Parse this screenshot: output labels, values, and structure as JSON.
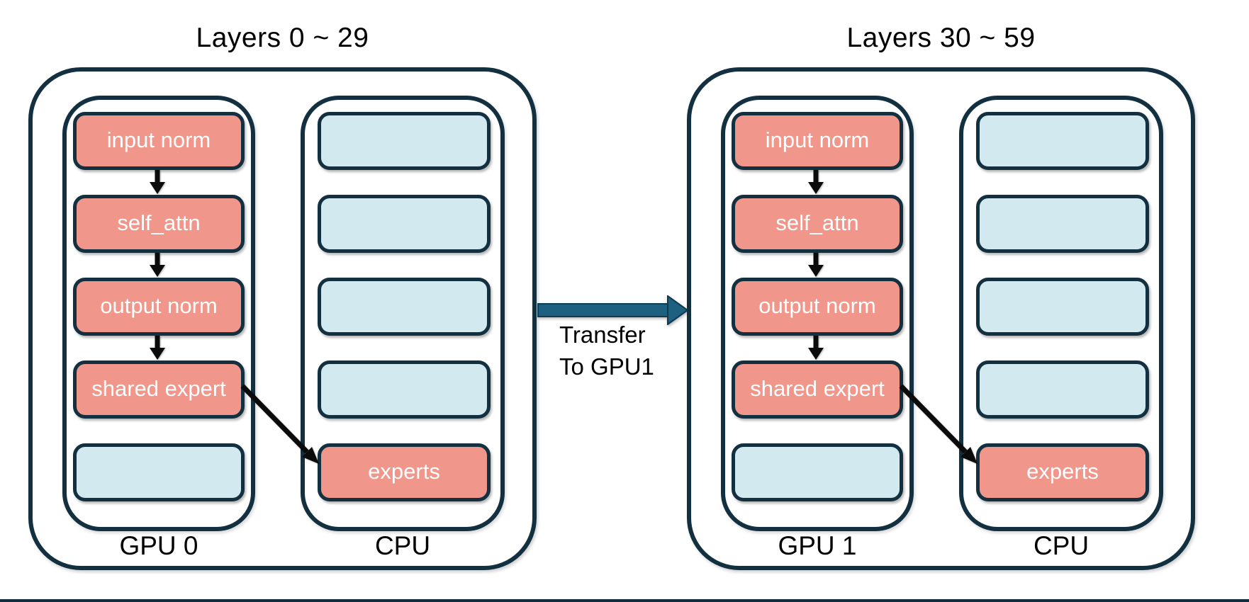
{
  "colors": {
    "border_navy": "#12303F",
    "module_fill": "#F0968A",
    "empty_fill": "#D3E9F0",
    "box_text": "#FFFFFF",
    "label_text": "#000000",
    "flow_arrow": "#0B0B0B",
    "transfer_arrow_fill": "#1E6080",
    "transfer_arrow_border": "#0F3A50",
    "bottom_edge": "#122E3E"
  },
  "groups": [
    {
      "title": "Layers 0 ~ 29",
      "gpu": {
        "label": "GPU 0",
        "boxes": [
          {
            "label": "input norm"
          },
          {
            "label": "self_attn"
          },
          {
            "label": "output norm"
          },
          {
            "label": "shared expert"
          },
          {
            "label": ""
          }
        ]
      },
      "cpu": {
        "label": "CPU",
        "boxes": [
          {
            "label": ""
          },
          {
            "label": ""
          },
          {
            "label": ""
          },
          {
            "label": ""
          },
          {
            "label": "experts"
          }
        ]
      }
    },
    {
      "title": "Layers 30 ~ 59",
      "gpu": {
        "label": "GPU 1",
        "boxes": [
          {
            "label": "input norm"
          },
          {
            "label": "self_attn"
          },
          {
            "label": "output norm"
          },
          {
            "label": "shared expert"
          },
          {
            "label": ""
          }
        ]
      },
      "cpu": {
        "label": "CPU",
        "boxes": [
          {
            "label": ""
          },
          {
            "label": ""
          },
          {
            "label": ""
          },
          {
            "label": ""
          },
          {
            "label": "experts"
          }
        ]
      }
    }
  ],
  "transfer": {
    "line1": "Transfer",
    "line2": "To GPU1"
  }
}
